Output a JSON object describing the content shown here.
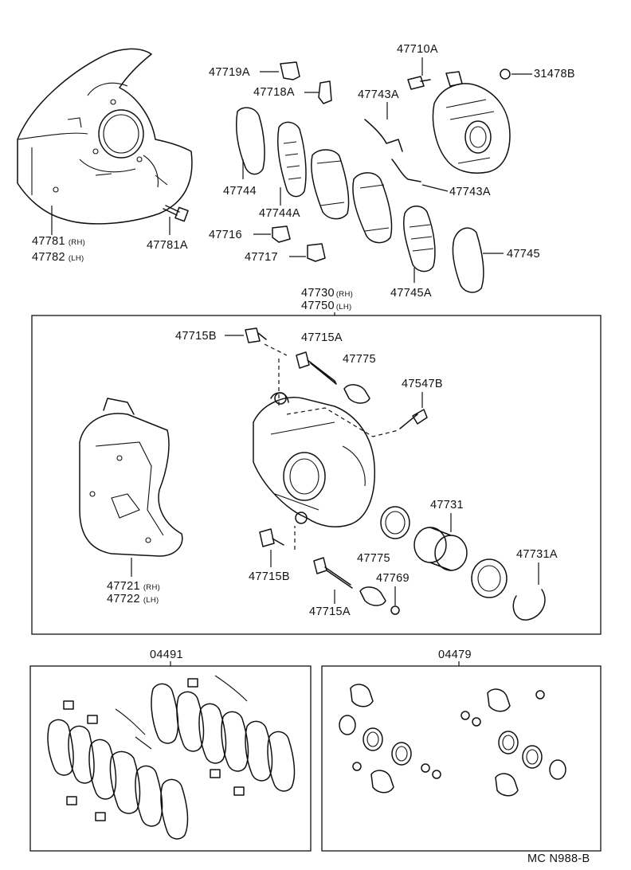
{
  "callouts": {
    "p47781": "47781",
    "p47781_side": "(RH)",
    "p47782": "47782",
    "p47782_side": "(LH)",
    "p47781A": "47781A",
    "p47719A": "47719A",
    "p47718A": "47718A",
    "p47744": "47744",
    "p47744A": "47744A",
    "p47716": "47716",
    "p47717": "47717",
    "p47743A_top": "47743A",
    "p47743A_bottom": "47743A",
    "p47745": "47745",
    "p47745A": "47745A",
    "p47710A": "47710A",
    "p31478B": "31478B",
    "p47730": "47730",
    "p47730_side": "(RH)",
    "p47750": "47750",
    "p47750_side": "(LH)",
    "p47715B_top": "47715B",
    "p47715A_top": "47715A",
    "p47775_top": "47775",
    "p47547B": "47547B",
    "p47731": "47731",
    "p47721": "47721",
    "p47721_side": "(RH)",
    "p47722": "47722",
    "p47722_side": "(LH)",
    "p47715B_bottom": "47715B",
    "p47775_bottom": "47775",
    "p47769": "47769",
    "p47731A": "47731A",
    "p47715A_bottom": "47715A",
    "p04491": "04491",
    "p04479": "04479"
  },
  "footer": {
    "code": "MC  N988-B"
  }
}
